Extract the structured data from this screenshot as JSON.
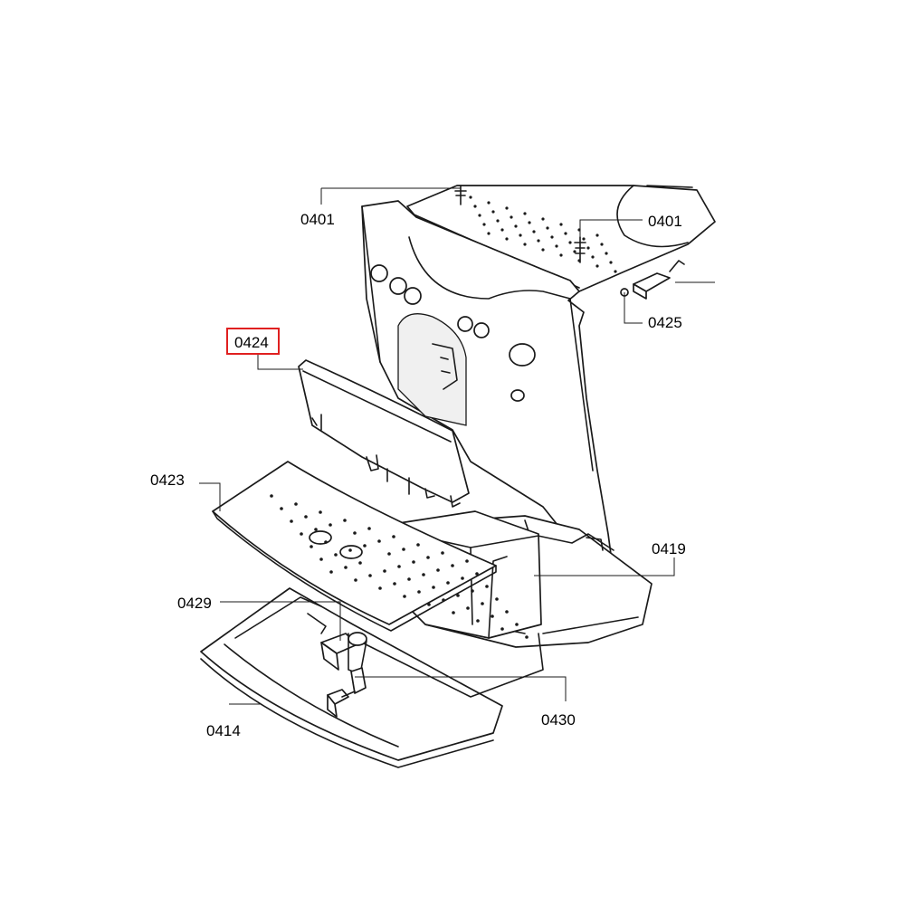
{
  "diagram": {
    "highlight_color": "#e02020",
    "highlighted_part": "0424",
    "callouts": [
      {
        "id": "c-0401-a",
        "text": "0401"
      },
      {
        "id": "c-0401-b",
        "text": "0401"
      },
      {
        "id": "c-0425",
        "text": "0425"
      },
      {
        "id": "c-0424",
        "text": "0424"
      },
      {
        "id": "c-0423",
        "text": "0423"
      },
      {
        "id": "c-0419",
        "text": "0419"
      },
      {
        "id": "c-0429",
        "text": "0429"
      },
      {
        "id": "c-0430",
        "text": "0430"
      },
      {
        "id": "c-0414",
        "text": "0414"
      }
    ]
  }
}
